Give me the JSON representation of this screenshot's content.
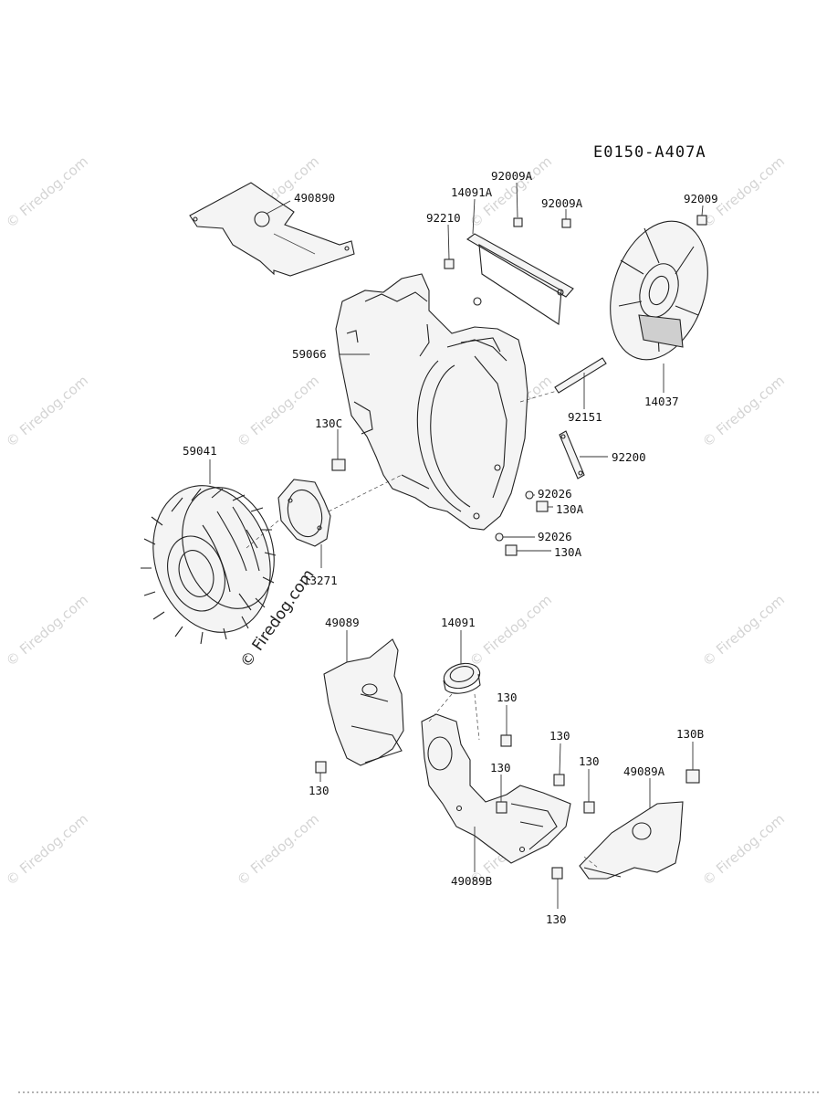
{
  "diagram_code": "E0150-A407A",
  "watermark_text": "© Firedog.com",
  "parts": [
    {
      "id": "p490890",
      "label": "490890"
    },
    {
      "id": "p92009A_1",
      "label": "92009A"
    },
    {
      "id": "p14091A",
      "label": "14091A"
    },
    {
      "id": "p92009A_2",
      "label": "92009A"
    },
    {
      "id": "p92210",
      "label": "92210"
    },
    {
      "id": "p92009",
      "label": "92009"
    },
    {
      "id": "p59066",
      "label": "59066"
    },
    {
      "id": "p14037",
      "label": "14037"
    },
    {
      "id": "p92151",
      "label": "92151"
    },
    {
      "id": "p130C",
      "label": "130C"
    },
    {
      "id": "p59041",
      "label": "59041"
    },
    {
      "id": "p92200",
      "label": "92200"
    },
    {
      "id": "p92026_1",
      "label": "92026"
    },
    {
      "id": "p130A_1",
      "label": "130A"
    },
    {
      "id": "p92026_2",
      "label": "92026"
    },
    {
      "id": "p130A_2",
      "label": "130A"
    },
    {
      "id": "p13271",
      "label": "13271"
    },
    {
      "id": "p49089",
      "label": "49089"
    },
    {
      "id": "p14091",
      "label": "14091"
    },
    {
      "id": "p130_1",
      "label": "130"
    },
    {
      "id": "p130_2",
      "label": "130"
    },
    {
      "id": "p130_3",
      "label": "130"
    },
    {
      "id": "p130_4",
      "label": "130"
    },
    {
      "id": "p130_5",
      "label": "130"
    },
    {
      "id": "p130B",
      "label": "130B"
    },
    {
      "id": "p49089A",
      "label": "49089A"
    },
    {
      "id": "p49089B",
      "label": "49089B"
    },
    {
      "id": "p130_6",
      "label": "130"
    }
  ]
}
